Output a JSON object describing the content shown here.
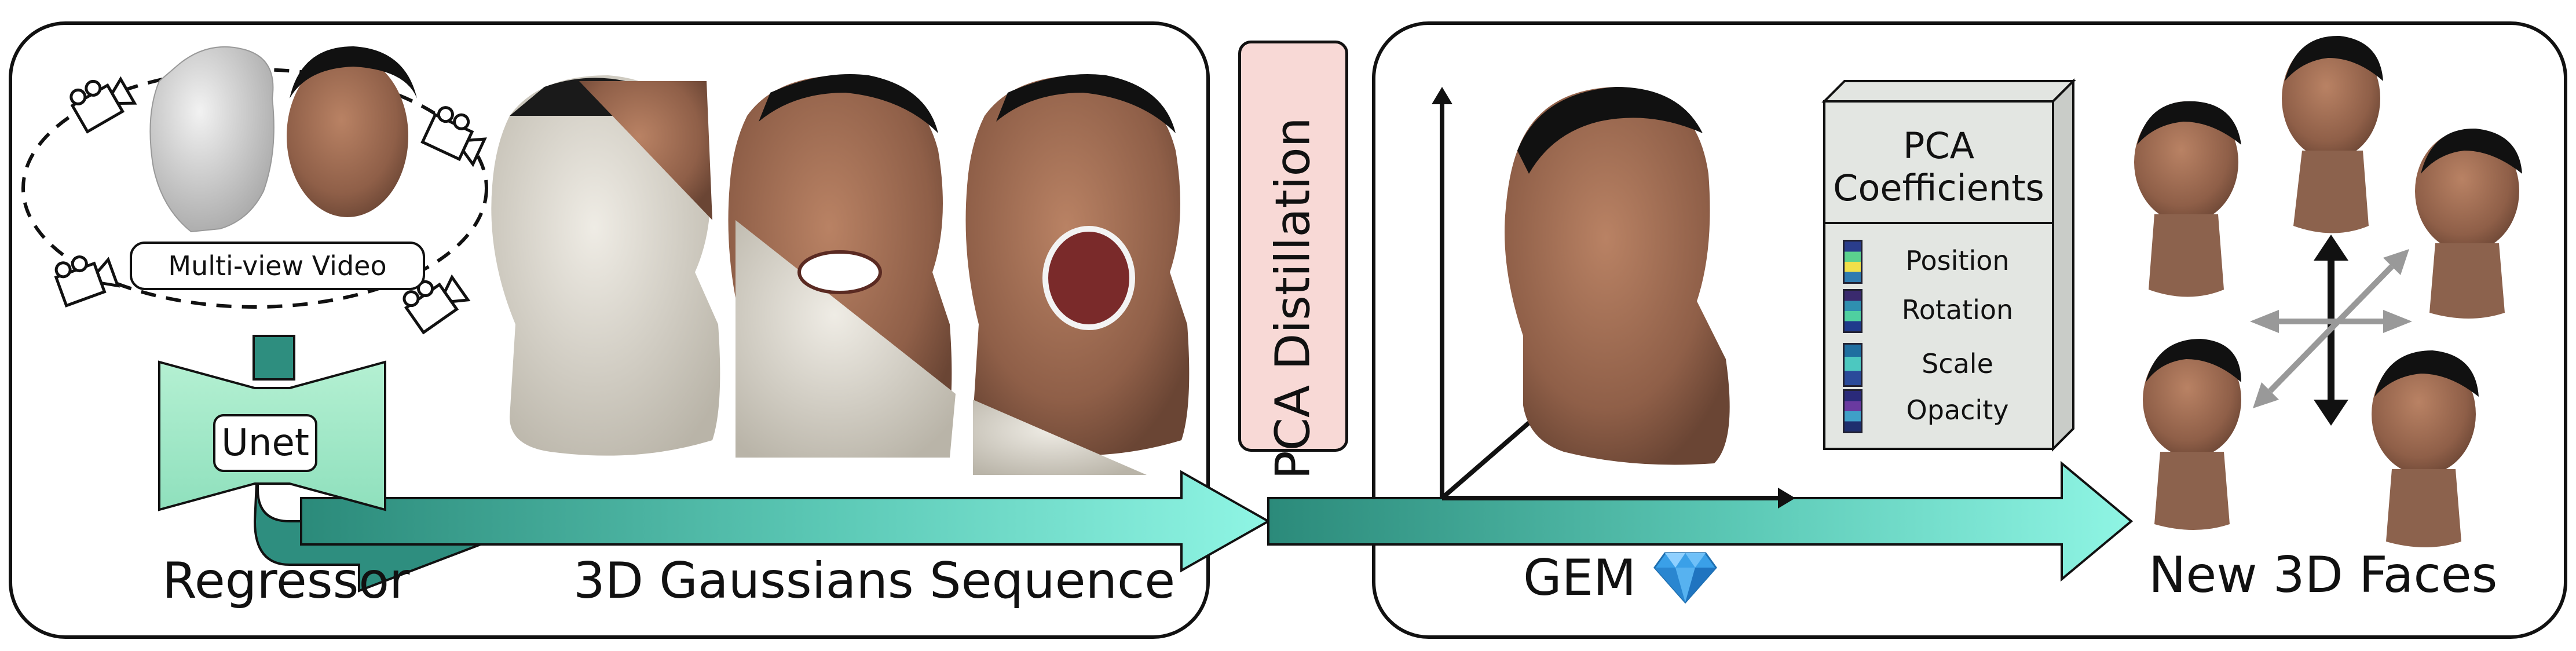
{
  "panels": {
    "left": {
      "regressor_label": "Regressor",
      "unet_label": "Unet",
      "multiview_label": "Multi-view Video",
      "sequence_label": "3D Gaussians Sequence"
    },
    "middle": {
      "distillation_label": "PCA Distillation"
    },
    "right": {
      "gem_label": "GEM",
      "gem_icon": "gem-diamond-icon",
      "new_faces_label": "New 3D Faces",
      "pca_box": {
        "title_line1": "PCA",
        "title_line2": "Coefficients",
        "items": [
          {
            "label": "Position"
          },
          {
            "label": "Rotation"
          },
          {
            "label": "Scale"
          },
          {
            "label": "Opacity"
          }
        ]
      }
    }
  },
  "colors": {
    "flow_arrow_dark": "#2f8f80",
    "flow_arrow_light": "#7ff0dd",
    "unet_fill": "#9be8c3",
    "distillation_fill": "#f8d9d6",
    "skin": "#9b6a53",
    "mesh": "#d9d4c8",
    "diamond": "#3aa0e8"
  }
}
